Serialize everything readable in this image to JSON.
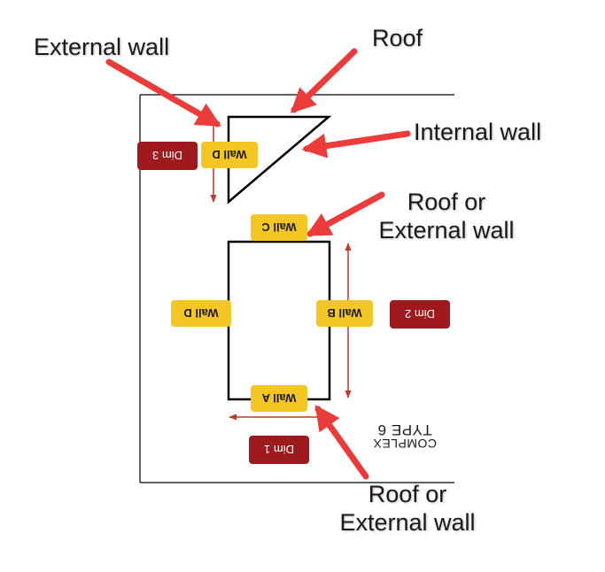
{
  "callouts": {
    "external_wall": "External wall",
    "roof": "Roof",
    "internal_wall": "Internal wall",
    "roof_or_external_upper_line1": "Roof or",
    "roof_or_external_upper_line2": "External wall",
    "roof_or_external_lower_line1": "Roof or",
    "roof_or_external_lower_line2": "External wall"
  },
  "wall_labels": {
    "triangle_wall_d": "Wall D",
    "wall_c": "Wall C",
    "wall_d": "Wall D",
    "wall_b": "Wall B",
    "wall_a": "Wall A"
  },
  "dim_labels": {
    "dim_3": "Dim 3",
    "dim_2": "Dim 2",
    "dim_1": "Dim 1"
  },
  "type_label": {
    "line1": "COMPLEX",
    "line2": "TYPE 6"
  },
  "colors": {
    "wall_tag": "#f3c623",
    "dim_tag": "#9e1a1c",
    "arrow": "#ec3b3b",
    "dim_line": "#c0392b",
    "outline": "#000000"
  }
}
